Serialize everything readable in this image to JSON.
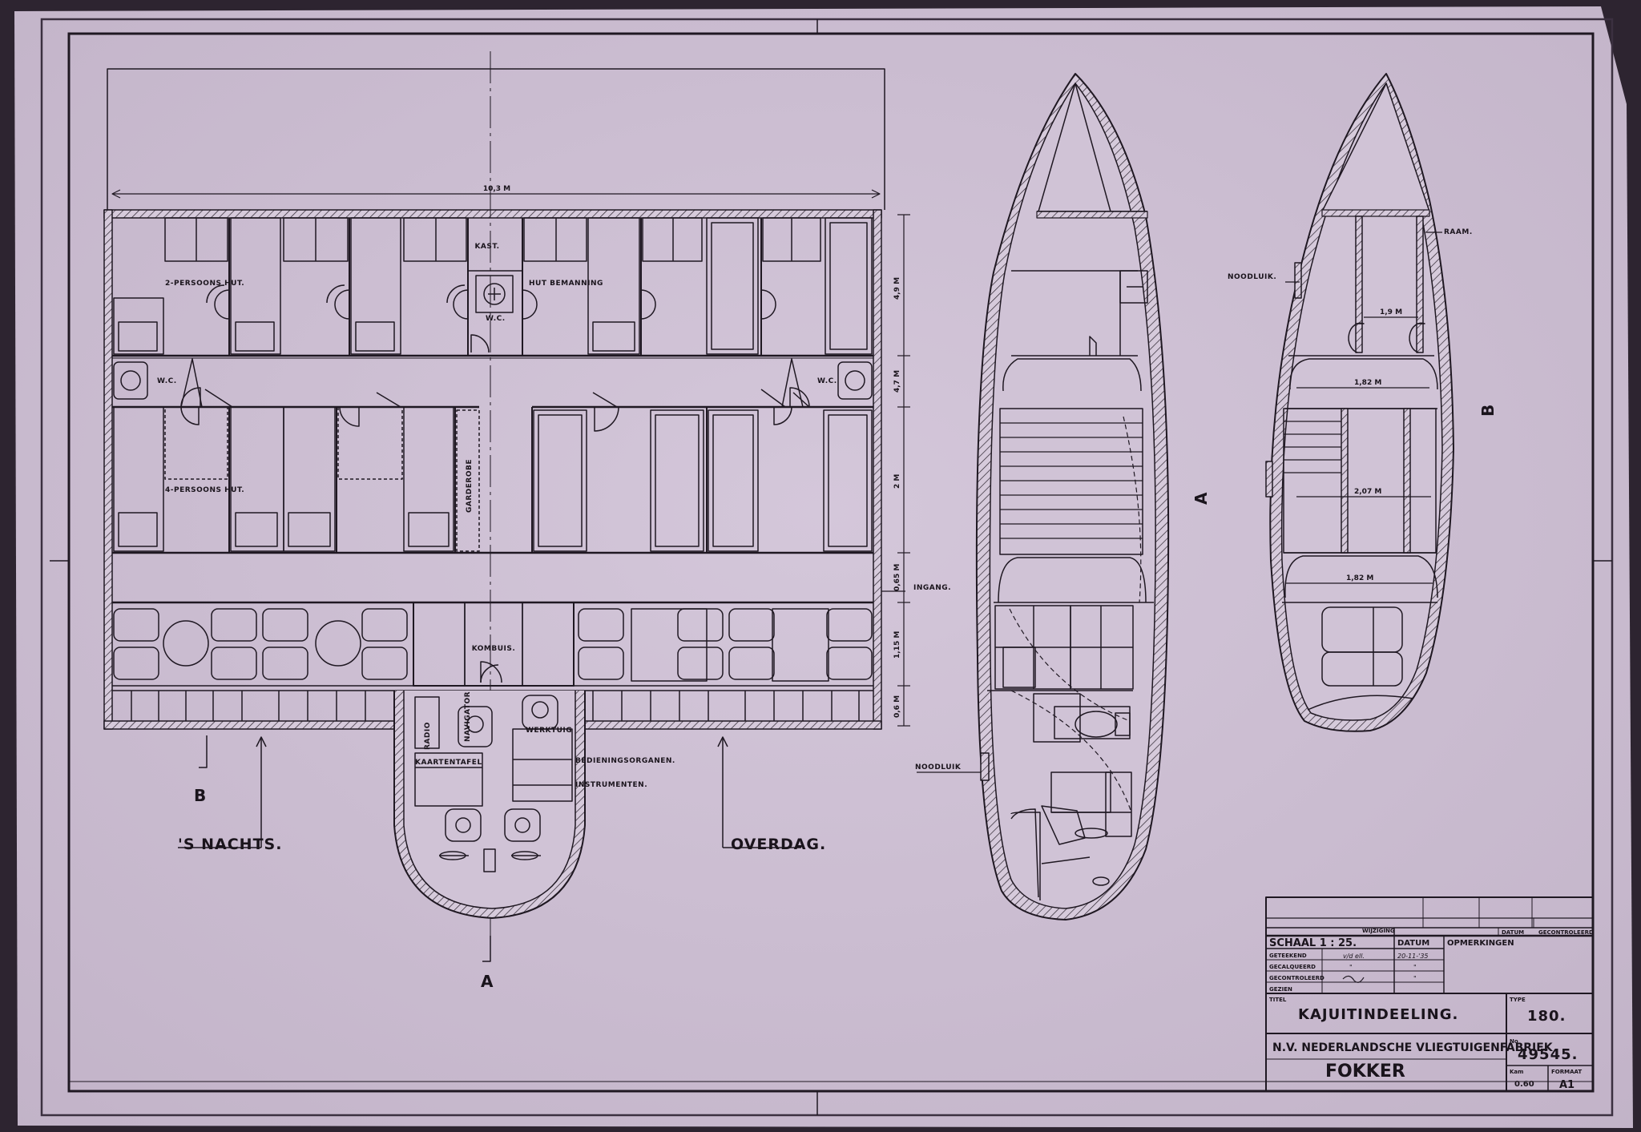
{
  "plan": {
    "length_dim": "10,3 M",
    "rooms": {
      "hut2": "2-PERSOONS HUT.",
      "hut4": "4-PERSOONS HUT.",
      "kast": "KAST.",
      "hut_bemanning": "HUT BEMANNING",
      "wc": "W.C.",
      "garderobe": "GARDEROBE",
      "kombuis": "KOMBUIS.",
      "radio": "RADIO",
      "kaartentafel": "KAARTENTAFEL",
      "werktuig": "WERKTUIG",
      "navigator": "NAVIGATOR"
    },
    "callouts": {
      "ingang": "INGANG.",
      "bedieningsorganen": "BEDIENINGSORGANEN.",
      "instrumenten": "INSTRUMENTEN."
    },
    "side_dims": [
      "4,9 M",
      "4,7 M",
      "2 M",
      "0,65 M",
      "1,15 M",
      "0,6 M"
    ],
    "labels": {
      "snachts": "'S NACHTS.",
      "overdag": "OVERDAG.",
      "section_b": "B",
      "section_a": "A"
    }
  },
  "section_a": {
    "letter": "A",
    "noodluik": "NOODLUIK"
  },
  "section_b": {
    "letter": "B",
    "noodluik": "NOODLUIK.",
    "raam": "RAAM.",
    "dims": [
      "1,9 M",
      "1,82 M",
      "2,07 M",
      "1,82 M"
    ]
  },
  "title_block": {
    "wijziging": "WIJZIGING",
    "datum_hdr": "DATUM",
    "gecontroleerd_hdr": "GECONTROLEERD",
    "schaal": "SCHAAL 1 : 25.",
    "datum": "DATUM",
    "opmerkingen": "OPMERKINGEN",
    "rows": [
      {
        "label": "GETEEKEND",
        "sign": "v/d ell.",
        "date": "20-11-'35"
      },
      {
        "label": "GECALQUEERD",
        "sign": "\"",
        "date": "\""
      },
      {
        "label": "GECONTROLEERD",
        "sign": "",
        "date": "\""
      },
      {
        "label": "GEZIEN",
        "sign": "",
        "date": ""
      }
    ],
    "titel_label": "TITEL",
    "titel": "KAJUITINDEELING.",
    "type_label": "TYPE",
    "type": "180.",
    "company": "N.V. NEDERLANDSCHE VLIEGTUIGENFABRIEK",
    "brand": "FOKKER",
    "no_label": "No",
    "number": "49545.",
    "kam_label": "Kam",
    "kam": "0.60",
    "formaat_label": "FORMAAT",
    "formaat": "A1"
  }
}
